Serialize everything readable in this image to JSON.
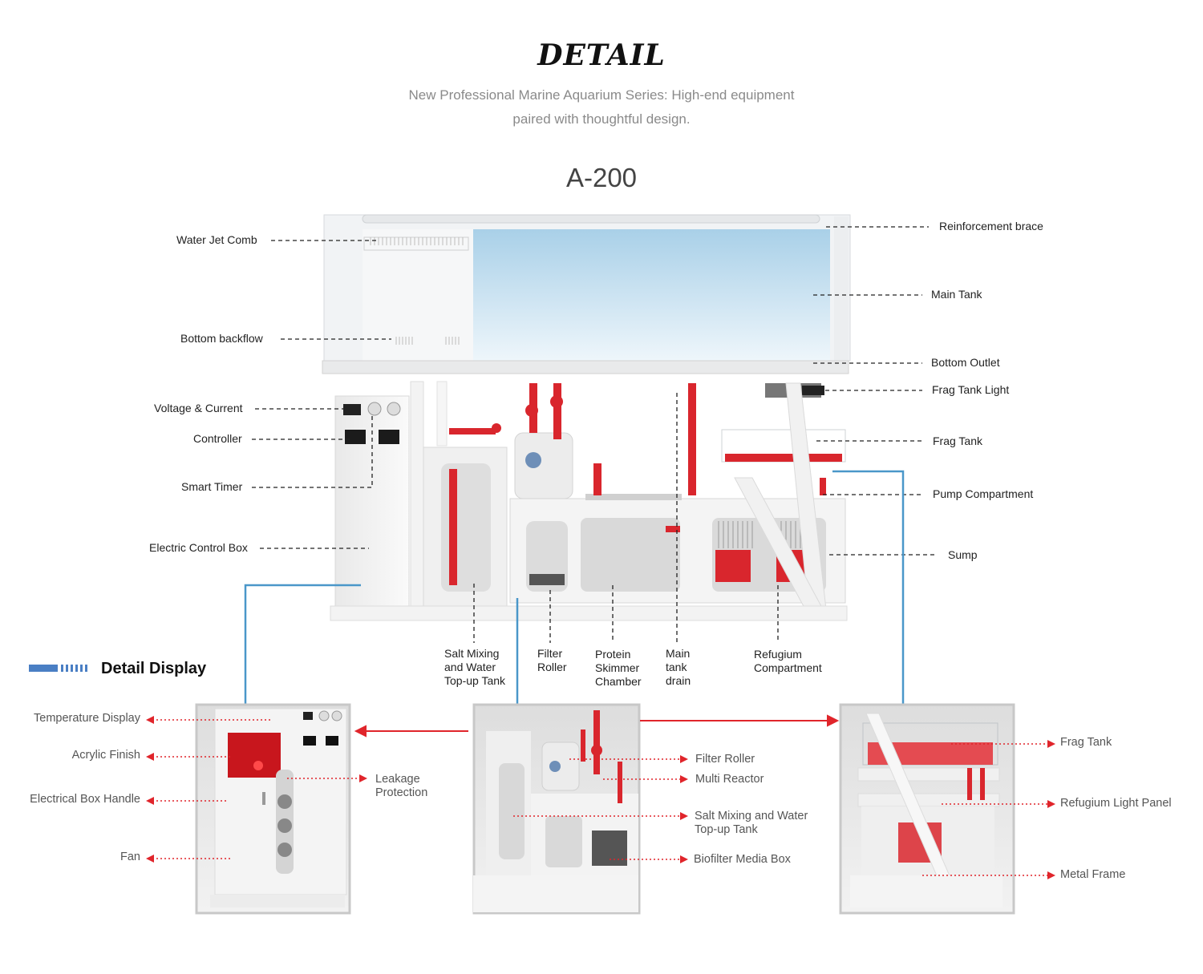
{
  "header": {
    "title": "DETAIL",
    "subtitle_line1": "New Professional Marine Aquarium Series: High-end equipment",
    "subtitle_line2": "paired with thoughtful design.",
    "model": "A-200"
  },
  "left_labels": {
    "water_jet_comb": "Water Jet Comb",
    "bottom_backflow": "Bottom backflow",
    "voltage_current": "Voltage & Current",
    "controller": "Controller",
    "smart_timer": "Smart Timer",
    "electric_control_box": "Electric Control Box"
  },
  "right_labels": {
    "reinforcement_brace": "Reinforcement brace",
    "main_tank": "Main Tank",
    "bottom_outlet": "Bottom Outlet",
    "frag_tank_light": "Frag Tank Light",
    "frag_tank": "Frag Tank",
    "pump_compartment": "Pump Compartment",
    "sump": "Sump"
  },
  "bottom_labels": {
    "salt_mixing": "Salt Mixing\nand Water\nTop-up Tank",
    "filter_roller": "Filter\nRoller",
    "protein_skimmer": "Protein\nSkimmer\nChamber",
    "main_tank_drain": "Main\ntank\ndrain",
    "refugium": "Refugium\nCompartment"
  },
  "detail_display": {
    "title": "Detail Display",
    "box1": {
      "temperature_display": "Temperature Display",
      "acrylic_finish": "Acrylic Finish",
      "electrical_box_handle": "Electrical Box Handle",
      "fan": "Fan",
      "leakage_protection": "Leakage\nProtection"
    },
    "box2": {
      "filter_roller": "Filter Roller",
      "multi_reactor": "Multi Reactor",
      "salt_mixing": "Salt Mixing and Water\nTop-up Tank",
      "biofilter_media_box": "Biofilter Media Box"
    },
    "box3": {
      "frag_tank": "Frag Tank",
      "refugium_light_panel": "Refugium Light Panel",
      "metal_frame": "Metal Frame"
    }
  },
  "colors": {
    "accent_red": "#e0252b",
    "connector_blue": "#4a97c9",
    "water": "#bcdcee",
    "frame_white": "#f4f4f4"
  }
}
